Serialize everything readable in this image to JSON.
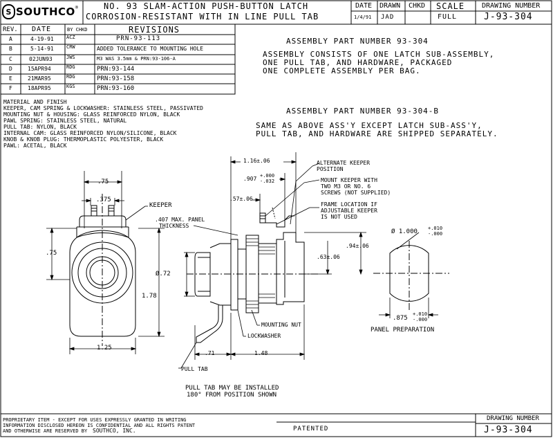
{
  "logo": {
    "badge": "S",
    "text": "SOUTHCO",
    "reg": "®"
  },
  "title_block": {
    "title_line1": "NO. 93 SLAM-ACTION PUSH-BUTTON LATCH",
    "title_line2": "CORROSION-RESISTANT WITH IN LINE PULL TAB",
    "date_label": "DATE",
    "date_value": "1/4/91",
    "drawn_label": "DRAWN",
    "drawn_value": "JAD",
    "chkd_label": "CHKD",
    "chkd_value": "",
    "scale_label": "SCALE",
    "scale_value": "FULL",
    "drawing_number_label": "DRAWING NUMBER",
    "drawing_number": "J-93-304"
  },
  "revisions": {
    "headers": {
      "rev": "REV.",
      "date": "DATE",
      "by": "BY CHKD",
      "title": "REVISIONS"
    },
    "rows": [
      {
        "rev": "A",
        "date": "4-19-91",
        "by": "ACZ",
        "desc": "PRN-93-113"
      },
      {
        "rev": "B",
        "date": "5-14-91",
        "by": "CRW",
        "desc": "ADDED TOLERANCE TO MOUNTING HOLE"
      },
      {
        "rev": "C",
        "date": "02JUN93",
        "by": "JWS",
        "desc": "M3 WAS 3.5mm & PRN:93-106-A"
      },
      {
        "rev": "D",
        "date": "15APR94",
        "by": "RDG",
        "desc": "PRN:93-144"
      },
      {
        "rev": "E",
        "date": "21MAR95",
        "by": "RDG",
        "desc": "PRN:93-158"
      },
      {
        "rev": "F",
        "date": "18APR95",
        "by": "KGS",
        "desc": "PRN:93-160"
      }
    ]
  },
  "material": {
    "heading": "MATERIAL AND FINISH",
    "lines": [
      "KEEPER, CAM SPRING & LOCKWASHER: STAINLESS STEEL, PASSIVATED",
      "MOUNTING NUT & HOUSING: GLASS REINFORCED NYLON, BLACK",
      "PAWL SPRING: STAINLESS STEEL, NATURAL",
      "PULL TAB: NYLON, BLACK",
      "INTERNAL CAM: GLASS REINFORCED NYLON/SILICONE, BLACK",
      "KNOB & KNOB PLUG: THERMOPLASTIC POLYESTER, BLACK",
      "PAWL: ACETAL, BLACK"
    ]
  },
  "assembly1": {
    "heading": "ASSEMBLY PART NUMBER 93-304",
    "lines": [
      "ASSEMBLY CONSISTS OF ONE LATCH SUB-ASSEMBLY,",
      "ONE PULL TAB, AND HARDWARE, PACKAGED",
      "ONE COMPLETE ASSEMBLY PER BAG."
    ]
  },
  "assembly2": {
    "heading": "ASSEMBLY PART NUMBER 93-304-B",
    "lines": [
      "SAME AS ABOVE ASS'Y EXCEPT LATCH SUB-ASS'Y,",
      "PULL TAB, AND HARDWARE ARE SHIPPED SEPARATELY."
    ]
  },
  "dims": {
    "d075_top": ".75",
    "d0375": ".375",
    "d075_left": ".75",
    "d072": "Ø.72",
    "d178": "1.78",
    "d125": "1.25",
    "d116": "1.16±.06",
    "d0907": ".907",
    "d0907_tol_top": "+.000",
    "d0907_tol_bot": "-.032",
    "d057": ".57±.06",
    "d0407_l1": ".407 MAX. PANEL",
    "d0407_l2": "THICKNESS",
    "d063": ".63±.06",
    "d094": ".94±.06",
    "d071": ".71",
    "d148": "1.48",
    "dia1000": "Ø 1.000",
    "dia1000_tol_top": "+.010",
    "dia1000_tol_bot": "-.000",
    "d0875": ".875",
    "d0875_tol_top": "+.010",
    "d0875_tol_bot": "-.000"
  },
  "callouts": {
    "keeper": "KEEPER",
    "alt_keeper": [
      "ALTERNATE KEEPER",
      "POSITION"
    ],
    "mount_keeper": [
      "MOUNT KEEPER WITH",
      "TWO M3 OR NO. 6",
      "SCREWS (NOT SUPPLIED)"
    ],
    "frame_loc": [
      "FRAME LOCATION IF",
      "ADJUSTABLE KEEPER",
      "IS NOT USED"
    ],
    "mounting_nut": "MOUNTING NUT",
    "lockwasher": "LOCKWASHER",
    "pull_tab": "PULL TAB",
    "panel_prep": "PANEL PREPARATION",
    "pull_tab_note": [
      "PULL TAB MAY BE INSTALLED",
      "180° FROM POSITION SHOWN"
    ]
  },
  "footer": {
    "proprietary": [
      "PROPRIETARY ITEM - EXCEPT FOR USES EXPRESSLY GRANTED IN WRITING",
      "INFORMATION DISCLOSED HEREON IS CONFIDENTIAL AND ALL RIGHTS PATENT",
      "AND OTHERWISE ARE RESERVED BY"
    ],
    "company": "SOUTHCO, INC.",
    "patented": "PATENTED",
    "drawing_number_label": "DRAWING NUMBER",
    "drawing_number": "J-93-304"
  }
}
